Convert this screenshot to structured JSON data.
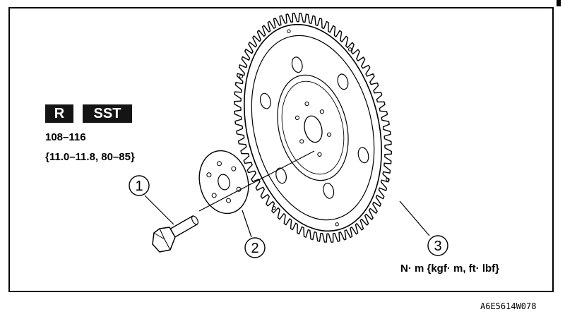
{
  "badges": {
    "repair_label": "R",
    "tool_label": "SST"
  },
  "torque": {
    "nm": "108–116",
    "alt_units": "{11.0–11.8,  80–85}"
  },
  "units_label": "N· m  {kgf· m,  ft· lbf}",
  "callouts": [
    "1",
    "2",
    "3"
  ],
  "parts": [
    "bolt-icon",
    "washer-plate-icon",
    "ring-gear-flywheel-icon"
  ],
  "figure_code": "A6E5614W078"
}
